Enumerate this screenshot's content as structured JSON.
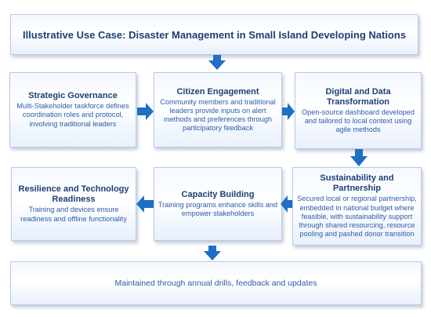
{
  "header": {
    "title": "Illustrative Use Case: Disaster Management in Small Island Developing Nations"
  },
  "boxes": {
    "governance": {
      "title": "Strategic Governance",
      "body": "Multi-Stakeholder taskforce defines coordination roles and protocol, involving traditional leaders"
    },
    "engagement": {
      "title": "Citizen Engagement",
      "body": "Community members and traditional leaders provide inputs on alert methods and preferences through participatory feedback"
    },
    "digital": {
      "title": "Digital and Data Transformation",
      "body": "Open-source dashboard developed and tailored  to local context using agile methods"
    },
    "sustainability": {
      "title": "Sustainability and Partnership",
      "body": "Secured local or regional partnership, embedded in national budget where feasible, with sustainability support through shared resourcing, resource pooling and pashed donor transition"
    },
    "capacity": {
      "title": "Capacity Building",
      "body": "Training programs enhance skills and empower stakeholders"
    },
    "resilience": {
      "title": "Resilience and Technology Readiness",
      "body": "Training and devices ensure readiness and offline functionality"
    }
  },
  "footer": {
    "text": "Maintained through annual drills, feedback and updates"
  },
  "colors": {
    "arrow": "#1f6fc5",
    "title": "#1f3f74",
    "body": "#2e5da8"
  }
}
